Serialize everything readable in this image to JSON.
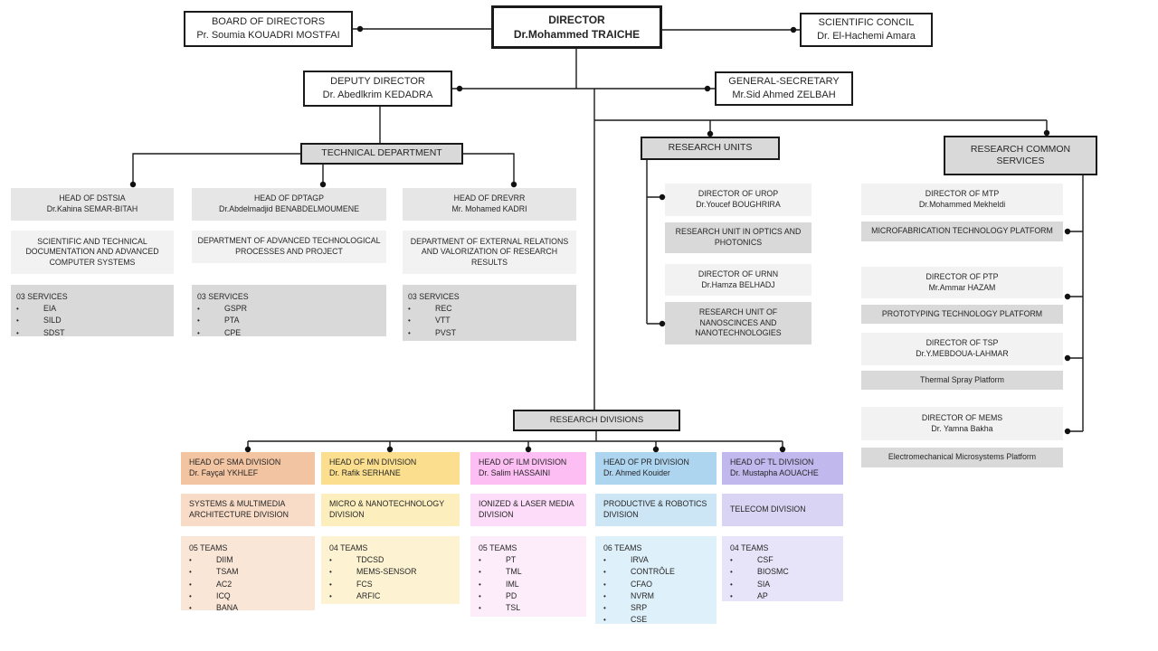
{
  "top": {
    "board": {
      "title": "BOARD OF DIRECTORS",
      "name": "Pr. Soumia KOUADRI MOSTFAI"
    },
    "director": {
      "title": "DIRECTOR",
      "name": "Dr.Mohammed TRAICHE"
    },
    "scientific": {
      "title": "SCIENTIFIC CONCIL",
      "name": "Dr. El-Hachemi Amara"
    },
    "deputy": {
      "title": "DEPUTY DIRECTOR",
      "name": "Dr. Abedlkrim KEDADRA"
    },
    "gensec": {
      "title": "GENERAL-SECRETARY",
      "name": "Mr.Sid Ahmed ZELBAH"
    }
  },
  "sections": {
    "technical": "TECHNICAL DEPARTMENT",
    "research_units": "RESEARCH UNITS",
    "research_common": "RESEARCH COMMON SERVICES",
    "research_divisions": "RESEARCH DIVISIONS"
  },
  "technical_columns": [
    {
      "head_title": "HEAD OF DSTSIA",
      "head_name": "Dr.Kahina SEMAR-BITAH",
      "dept": "SCIENTIFIC AND TECHNICAL DOCUMENTATION AND ADVANCED COMPUTER SYSTEMS",
      "services_title": "03 SERVICES",
      "services": [
        "EIA",
        "SILD",
        "SDST"
      ]
    },
    {
      "head_title": "HEAD OF DPTAGP",
      "head_name": "Dr.Abdelmadjid BENABDELMOUMENE",
      "dept": "DEPARTMENT OF ADVANCED TECHNOLOGICAL PROCESSES AND PROJECT",
      "services_title": "03 SERVICES",
      "services": [
        "GSPR",
        "PTA",
        "CPE"
      ]
    },
    {
      "head_title": "HEAD OF DREVRR",
      "head_name": "Mr. Mohamed KADRI",
      "dept": "DEPARTMENT OF EXTERNAL RELATIONS AND VALORIZATION OF RESEARCH RESULTS",
      "services_title": "03 SERVICES",
      "services": [
        "REC",
        "VTT",
        "PVST"
      ]
    }
  ],
  "research_units": [
    {
      "director_title": "DIRECTOR OF UROP",
      "director_name": "Dr.Youcef BOUGHRIRA",
      "unit": "RESEARCH UNIT IN OPTICS AND PHOTONICS"
    },
    {
      "director_title": "DIRECTOR OF URNN",
      "director_name": "Dr.Hamza BELHADJ",
      "unit": "RESEARCH UNIT OF NANOSCINCES AND NANOTECHNOLOGIES"
    }
  ],
  "research_common_services": [
    {
      "director_title": "DIRECTOR OF MTP",
      "director_name": "Dr.Mohammed Mekheldi",
      "platform": "MICROFABRICATION TECHNOLOGY PLATFORM"
    },
    {
      "director_title": "DIRECTOR OF PTP",
      "director_name": "Mr.Ammar HAZAM",
      "platform": "PROTOTYPING TECHNOLOGY PLATFORM"
    },
    {
      "director_title": "DIRECTOR OF TSP",
      "director_name": "Dr.Y.MEBDOUA-LAHMAR",
      "platform": "Thermal Spray Platform"
    },
    {
      "director_title": "DIRECTOR OF MEMS",
      "director_name": "Dr. Yamna Bakha",
      "platform": "Electromechanical Microsystems Platform"
    }
  ],
  "divisions": [
    {
      "head_title": "HEAD OF SMA DIVISION",
      "head_name": "Dr. Fayçal YKHLEF",
      "division": "SYSTEMS & MULTIMEDIA ARCHITECTURE DIVISION",
      "teams_title": "05 TEAMS",
      "teams": [
        "DIIM",
        "TSAM",
        "AC2",
        "ICQ",
        "BANA"
      ],
      "colors": {
        "header": "#f2c4a2",
        "body": "#f8dcc8",
        "teams": "#fae6d7"
      }
    },
    {
      "head_title": "HEAD OF MN DIVISION",
      "head_name": "Dr. Rafik SERHANE",
      "division": "MICRO & NANOTECHNOLOGY DIVISION",
      "teams_title": "04 TEAMS",
      "teams": [
        "TDCSD",
        "MEMS-SENSOR",
        "FCS",
        "ARFIC"
      ],
      "colors": {
        "header": "#fbdf8e",
        "body": "#fdeebd",
        "teams": "#fdf3d2"
      }
    },
    {
      "head_title": "HEAD OF ILM DIVISION",
      "head_name": "Dr. Salim HASSAINI",
      "division": "IONIZED & LASER MEDIA DIVISION",
      "teams_title": "05 TEAMS",
      "teams": [
        "PT",
        "TML",
        "IML",
        "PD",
        "TSL"
      ],
      "colors": {
        "header": "#fcbef3",
        "body": "#fcdcf8",
        "teams": "#fdecfa"
      }
    },
    {
      "head_title": "HEAD OF PR DIVISION",
      "head_name": "Dr. Ahmed Kouider",
      "division": "PRODUCTIVE & ROBOTICS DIVISION",
      "teams_title": "06 TEAMS",
      "teams": [
        "IRVA",
        "CONTRÔLE",
        "CFAO",
        "NVRM",
        "SRP",
        "CSE"
      ],
      "colors": {
        "header": "#aed5f0",
        "body": "#cde6f6",
        "teams": "#def0fa"
      }
    },
    {
      "head_title": "HEAD OF TL DIVISION",
      "head_name": "Dr. Mustapha AOUACHE",
      "division": "TELECOM DIVISION",
      "teams_title": "04 TEAMS",
      "teams": [
        "CSF",
        "BIOSMC",
        "SIA",
        "AP"
      ],
      "colors": {
        "header": "#c1b9ee",
        "body": "#d9d4f4",
        "teams": "#e7e4f9"
      }
    }
  ],
  "palette": {
    "section_fill": "#d9d9d9",
    "head_fill": "#e7e6e6",
    "desc_fill": "#f2f2f2",
    "line_color": "#1a1a1a"
  }
}
